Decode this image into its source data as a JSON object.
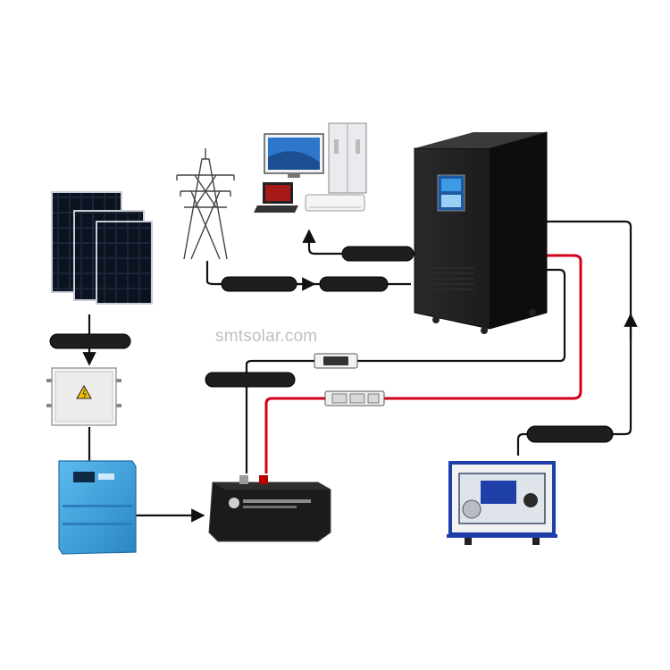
{
  "watermark": "smtsolar.com",
  "colors": {
    "wire_black": "#111111",
    "wire_red": "#d0021b",
    "panel_blue": "#1d2a44",
    "controller_blue": "#3fa3dd",
    "generator_blue": "#1f3fa8",
    "inverter_body": "#1a1a1a"
  },
  "components": [
    {
      "id": "solar-panels",
      "icon": "solar-panel-icon"
    },
    {
      "id": "combiner-box",
      "icon": "combiner-box-icon"
    },
    {
      "id": "charge-controller",
      "icon": "charge-controller-icon"
    },
    {
      "id": "battery",
      "icon": "battery-icon"
    },
    {
      "id": "inverter",
      "icon": "inverter-cabinet-icon"
    },
    {
      "id": "power-grid",
      "icon": "transmission-tower-icon"
    },
    {
      "id": "home-appliances",
      "icon": "appliances-icon"
    },
    {
      "id": "generator",
      "icon": "generator-icon"
    }
  ]
}
